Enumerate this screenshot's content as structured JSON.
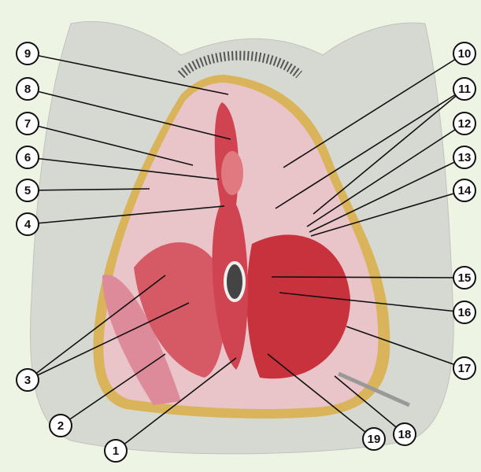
{
  "labels": [
    {
      "n": "1"
    },
    {
      "n": "2"
    },
    {
      "n": "3"
    },
    {
      "n": "4"
    },
    {
      "n": "5"
    },
    {
      "n": "6"
    },
    {
      "n": "7"
    },
    {
      "n": "8"
    },
    {
      "n": "9"
    },
    {
      "n": "10"
    },
    {
      "n": "11"
    },
    {
      "n": "12"
    },
    {
      "n": "13"
    },
    {
      "n": "14"
    },
    {
      "n": "15"
    },
    {
      "n": "16"
    },
    {
      "n": "17"
    },
    {
      "n": "18"
    },
    {
      "n": "19"
    }
  ],
  "colors": {
    "background": "#eef4e4",
    "skin": "#d6d9d2",
    "fat": "#d9b45a",
    "fascia": "#e9c4c9",
    "muscle": "#c8323c",
    "muscle_light": "#dd6a72"
  }
}
